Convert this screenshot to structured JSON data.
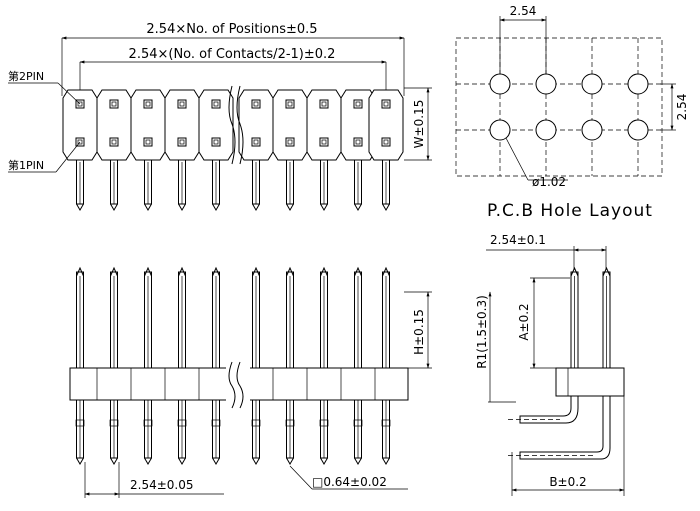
{
  "top_view": {
    "dim_positions": "2.54×No. of Positions±0.5",
    "dim_contacts": "2.54×(No. of Contacts/2-1)±0.2",
    "pin2_label": "第2PIN",
    "pin1_label": "第1PIN",
    "dim_width": "W±0.15"
  },
  "pcb": {
    "pitch_h": "2.54",
    "pitch_v": "2.54",
    "hole_dia": "ø1.02",
    "title": "P.C.B Hole Layout"
  },
  "front_view": {
    "dim_height": "H±0.15",
    "dim_pitch": "2.54±0.05",
    "dim_pin": "□0.64±0.02"
  },
  "side_view": {
    "dim_pitch": "2.54±0.1",
    "dim_a": "A±0.2",
    "dim_radius": "R1(1.5±0.3)",
    "dim_b": "B±0.2"
  }
}
